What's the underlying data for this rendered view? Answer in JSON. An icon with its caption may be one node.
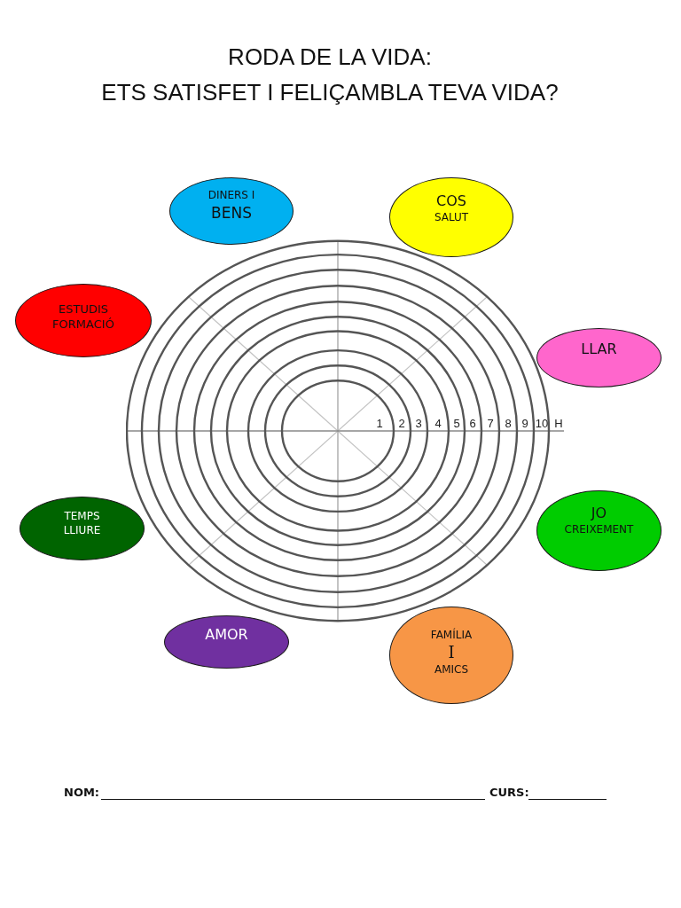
{
  "diagram": {
    "title": "RODA DE LA VIDA: ETS SATISFET I FELIÇAMBLA TEVA VIDA?",
    "nodes": [
      {
        "text": [
          "DINERS I",
          "BENS"
        ]
      },
      {
        "text": [
          "COS",
          "SALUT"
        ]
      },
      {
        "text": [
          "ESTUDIS FORMACIÓ"
        ]
      },
      {
        "text": [
          "LLAR"
        ]
      },
      {
        "text": [
          "TEMPS LLIURE"
        ]
      },
      {
        "text": [
          "JO",
          "CREIXEMENT"
        ]
      },
      {
        "text": [
          "AMOR"
        ]
      },
      {
        "text": [
          "FAMÍLIA",
          "I",
          "AMICS"
        ]
      }
    ],
    "labels": [
      "1",
      "2",
      "3",
      "4",
      "5",
      "6",
      "7",
      "8",
      "9",
      "10",
      "H",
      "NOM:",
      "CURS:"
    ]
  }
}
